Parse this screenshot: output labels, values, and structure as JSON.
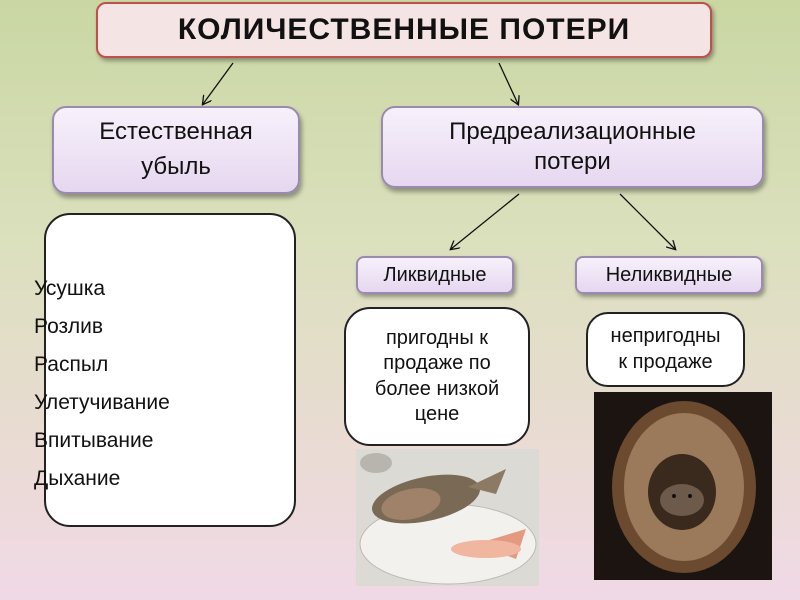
{
  "title": "КОЛИЧЕСТВЕННЫЕ  ПОТЕРИ",
  "natural": {
    "line1": "Естественная",
    "line2": "убыль"
  },
  "prerealization": {
    "line1": "Предреализационные",
    "line2": "потери"
  },
  "liquid": {
    "label": "Ликвидные",
    "desc": [
      "пригодны к",
      "продаже по",
      "более низкой",
      "цене"
    ]
  },
  "illiquid": {
    "label": "Неликвидные",
    "desc": [
      "непригодны",
      "к продаже"
    ]
  },
  "natural_items": [
    "Усушка",
    "Розлив",
    "Распыл",
    "Улетучивание",
    "Впитывание",
    "Дыхание"
  ],
  "colors": {
    "title_border": "#c0504d",
    "box_border": "#9a8ab1"
  }
}
